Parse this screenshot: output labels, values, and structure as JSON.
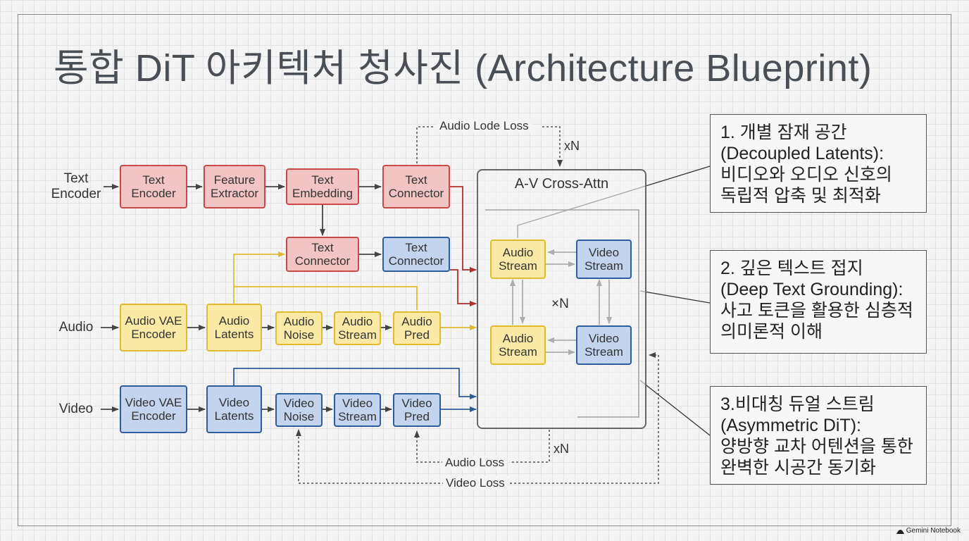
{
  "title": "통합 DiT 아키텍처 청사진 (Architecture Blueprint)",
  "row_labels": {
    "text": "Text\nEncoder",
    "audio": "Audio",
    "video": "Video"
  },
  "text_row": {
    "encoder": "Text\nEncoder",
    "feature_extractor": "Feature\nExtractor",
    "embedding": "Text\nEmbedding",
    "connector": "Text\nConnector"
  },
  "mid_row": {
    "text_connector_red": "Text\nConnector",
    "text_connector_blue": "Text\nConnector"
  },
  "audio_row": {
    "vae_encoder": "Audio VAE\nEncoder",
    "latents": "Audio\nLatents",
    "noise": "Audio\nNoise",
    "stream": "Audio\nStream",
    "pred": "Audio\nPred"
  },
  "video_row": {
    "vae_encoder": "Video VAE\nEncoder",
    "latents": "Video\nLatents",
    "noise": "Video\nNoise",
    "stream": "Video\nStream",
    "pred": "Video\nPred"
  },
  "cross_attn": {
    "title": "A-V Cross-Attn",
    "audio_stream_top": "Audio\nStream",
    "video_stream_top": "Video\nStream",
    "audio_stream_bottom": "Audio\nStream",
    "video_stream_bottom": "Video\nStream",
    "repeat": "×N"
  },
  "losses": {
    "audio_lode_loss": "Audio Lode Loss",
    "audio_loss": "Audio Loss",
    "video_loss": "Video Loss",
    "xn_top": "xN",
    "xn_bottom": "xN"
  },
  "notes": [
    {
      "lines": [
        "1. 개별 잠재 공간",
        "(Decoupled Latents):",
        "비디오와 오디오 신호의",
        "독립적 압축 및 최적화"
      ]
    },
    {
      "lines": [
        "2. 깊은 텍스트 접지",
        "(Deep Text Grounding):",
        "사고 토큰을 활용한 심층적",
        "의미론적 이해"
      ]
    },
    {
      "lines": [
        "3.비대칭 듀얼 스트림",
        "(Asymmetric DiT):",
        "양방향 교차 어텐션을 통한",
        "완벽한 시공간 동기화"
      ]
    }
  ],
  "footer": {
    "badge": "Gemini Notebook"
  },
  "colors": {
    "red": "#c94848",
    "yellow": "#e1bb2d",
    "blue": "#2e5c9c"
  }
}
